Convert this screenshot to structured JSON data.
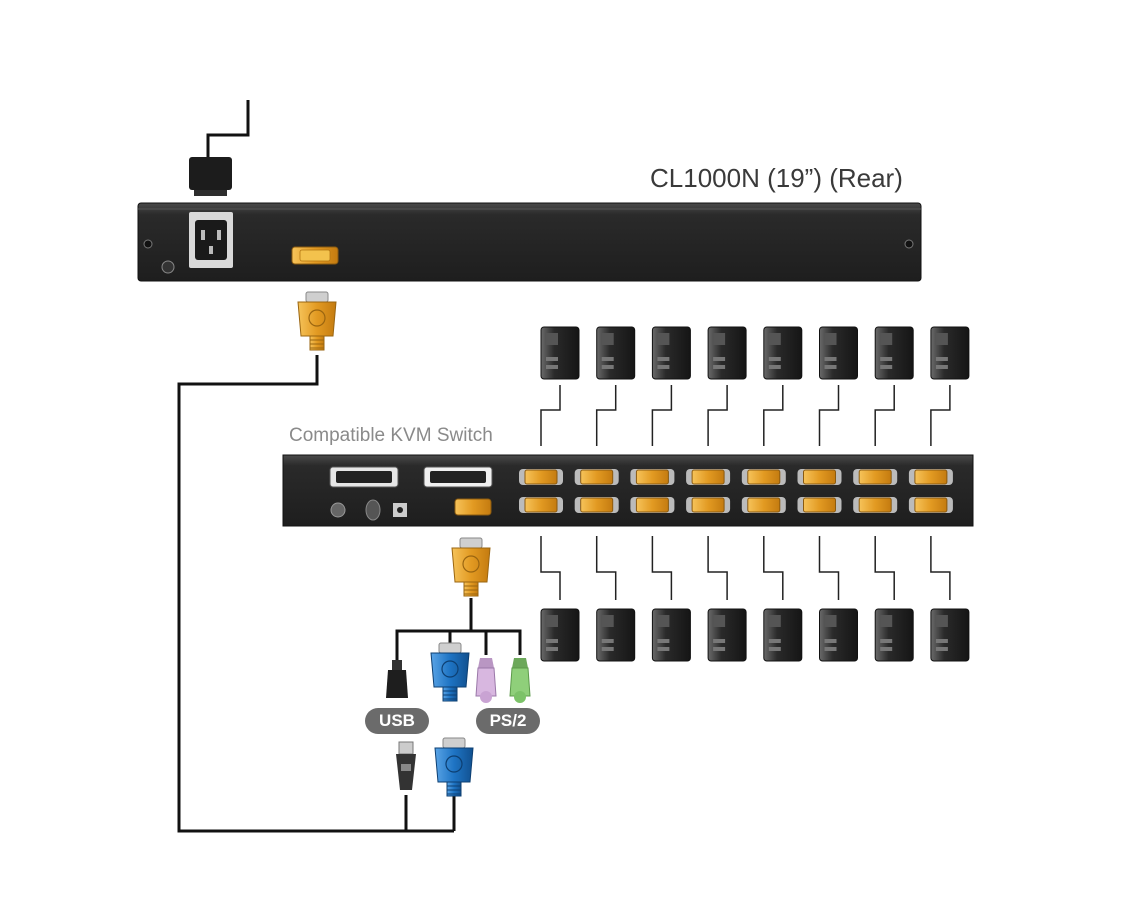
{
  "title": "CL1000N (19”) (Rear)",
  "kvm_label": "Compatible KVM Switch",
  "badges": {
    "usb": "USB",
    "ps2": "PS/2"
  },
  "computers": {
    "columns": 8,
    "rows": [
      "top",
      "bottom"
    ]
  },
  "icons": [
    "power-plug-icon",
    "power-socket-icon",
    "vga-port-icon",
    "computer-tower-icon",
    "usb-plug-icon",
    "ps2-plug-icon",
    "vga-connector-icon"
  ],
  "colors": {
    "device_body": "#2b2b2b",
    "port_gold": "#e8a630",
    "connector_blue": "#1e74c4",
    "ps2_purple": "#d8b7e0",
    "ps2_green": "#8fcf7a",
    "cable": "#111111"
  }
}
